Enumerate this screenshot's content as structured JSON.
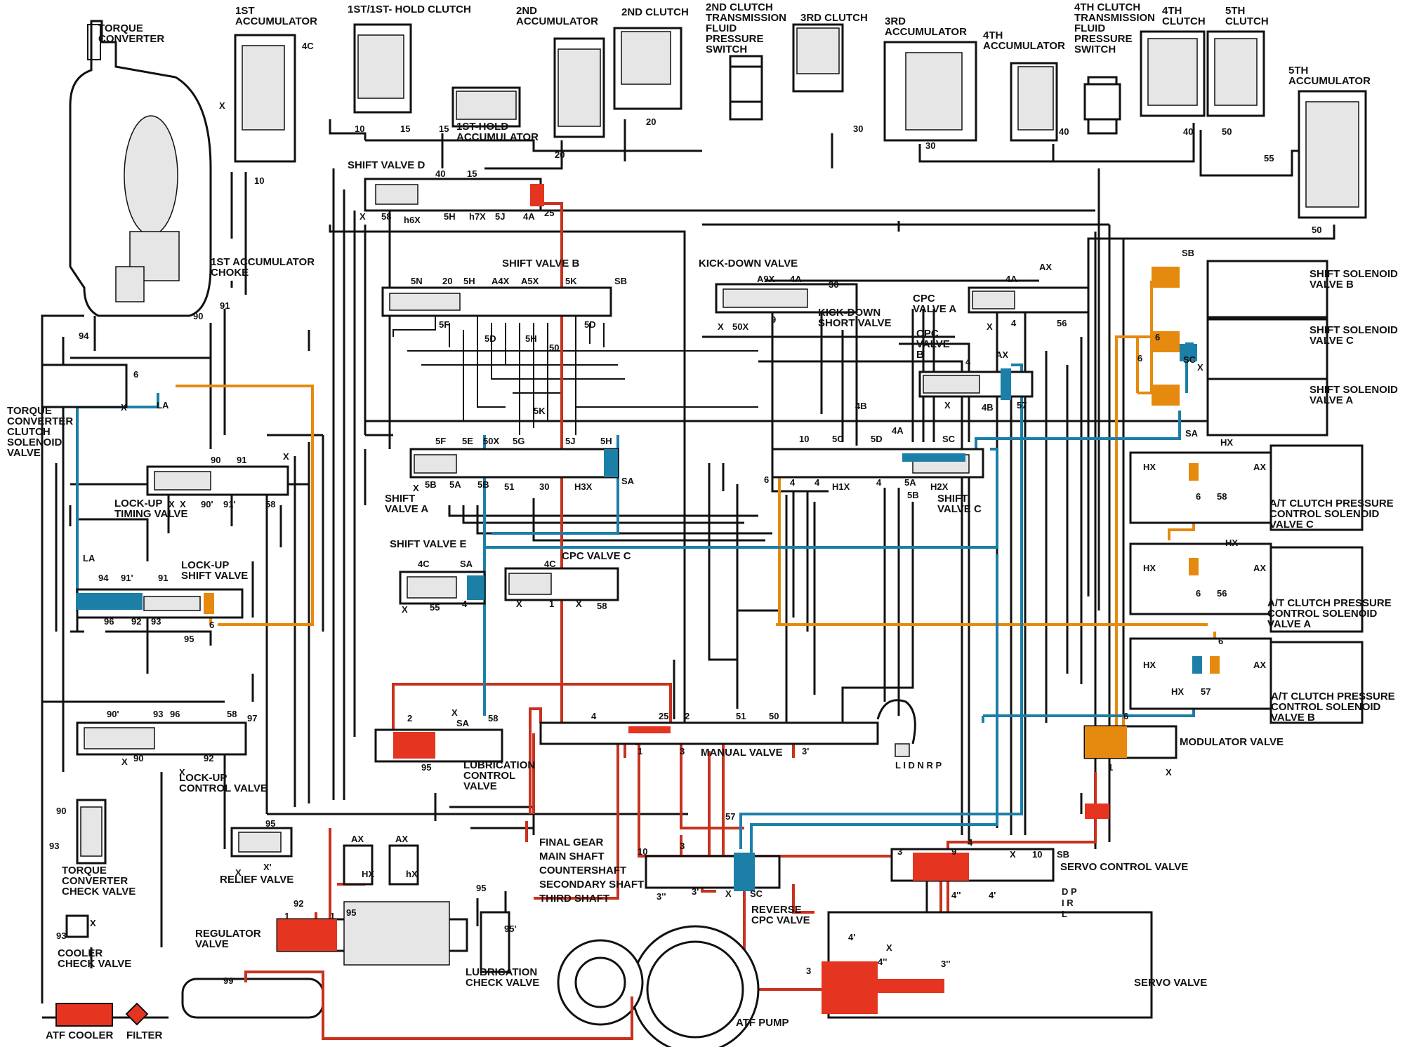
{
  "colors": {
    "line_pressure": "#c8321e",
    "control_pressure": "#e58a0e",
    "clutch_pressure": "#1c7fa8",
    "outline": "#111111"
  },
  "components": {
    "torque_converter": "TORQUE\nCONVERTER",
    "accum_1st": "1ST\nACCUMULATOR",
    "clutch_1st_hold": "1ST/1ST- HOLD CLUTCH",
    "accum_1st_hold": "1ST-HOLD\nACCUMULATOR",
    "accum_2nd": "2ND\nACCUMULATOR",
    "clutch_2nd": "2ND CLUTCH",
    "switch_2nd": "2ND CLUTCH\nTRANSMISSION\nFLUID\nPRESSURE\nSWITCH",
    "clutch_3rd": "3RD CLUTCH",
    "accum_3rd": "3RD\nACCUMULATOR",
    "accum_4th": "4TH\nACCUMULATOR",
    "switch_4th": "4TH CLUTCH\nTRANSMISSION\nFLUID\nPRESSURE\nSWITCH",
    "clutch_4th": "4TH\nCLUTCH",
    "clutch_5th": "5TH\nCLUTCH",
    "accum_5th": "5TH\nACCUMULATOR",
    "accum_choke": "1ST ACCUMULATOR\nCHOKE",
    "shift_valve_d": "SHIFT VALVE D",
    "shift_valve_b": "SHIFT VALVE B",
    "kickdown_valve": "KICK-DOWN VALVE",
    "kickdown_short": "KICK-DOWN\nSHORT VALVE",
    "cpc_a": "CPC\nVALVE A",
    "cpc_b": "CPC\nVALVE\nB",
    "ss_b": "SHIFT SOLENOID\nVALVE B",
    "ss_c": "SHIFT SOLENOID\nVALVE C",
    "ss_a": "SHIFT SOLENOID\nVALVE A",
    "tcc_solenoid": "TORQUE\nCONVERTER\nCLUTCH\nSOLENOID\nVALVE",
    "shift_valve_a": "SHIFT\nVALVE A",
    "shift_valve_c": "SHIFT\nVALVE C",
    "lockup_timing": "LOCK-UP\nTIMING VALVE",
    "lockup_shift": "LOCK-UP\nSHIFT VALVE",
    "shift_valve_e": "SHIFT VALVE E",
    "cpc_c": "CPC VALVE C",
    "atc_c": "A/T CLUTCH PRESSURE\nCONTROL SOLENOID\nVALVE C",
    "atc_a": "A/T CLUTCH PRESSURE\nCONTROL SOLENOID\nVALVE A",
    "atc_b": "A/T CLUTCH PRESSURE\nCONTROL SOLENOID\nVALVE B",
    "modulator": "MODULATOR VALVE",
    "lockup_control": "LOCK-UP\nCONTROL VALVE",
    "lubrication_control": "LUBRICATION\nCONTROL\nVALVE",
    "manual_valve": "MANUAL VALVE",
    "relief": "RELIEF VALVE",
    "tc_check": "TORQUE\nCONVERTER\nCHECK VALVE",
    "cooler_check": "COOLER\nCHECK VALVE",
    "regulator": "REGULATOR\nVALVE",
    "servo_control": "SERVO CONTROL VALVE",
    "reverse_cpc": "REVERSE\nCPC VALVE",
    "servo": "SERVO VALVE",
    "lube_check": "LUBRICATION\nCHECK VALVE",
    "atf_pump": "ATF PUMP",
    "atf_cooler": "ATF COOLER",
    "filter": "FILTER",
    "final_gear": "FINAL GEAR",
    "main_shaft": "MAIN SHAFT",
    "countershaft": "COUNTERSHAFT",
    "secondary_shaft": "SECONDARY SHAFT",
    "third_shaft": "THIRD SHAFT"
  },
  "manual_positions": "L I D N R   P",
  "servo_positions": "D  P\nI   R\nL",
  "ports": [
    {
      "t": "4C",
      "id": "p01"
    },
    {
      "t": "X",
      "id": "p02"
    },
    {
      "t": "10",
      "id": "p03"
    },
    {
      "t": "10",
      "id": "p04"
    },
    {
      "t": "15",
      "id": "p05"
    },
    {
      "t": "15",
      "id": "p06"
    },
    {
      "t": "20",
      "id": "p07"
    },
    {
      "t": "20",
      "id": "p08"
    },
    {
      "t": "30",
      "id": "p09"
    },
    {
      "t": "30",
      "id": "p10"
    },
    {
      "t": "40",
      "id": "p11"
    },
    {
      "t": "40",
      "id": "p12"
    },
    {
      "t": "50",
      "id": "p13"
    },
    {
      "t": "55",
      "id": "p14"
    },
    {
      "t": "50",
      "id": "p15"
    },
    {
      "t": "40",
      "id": "p16"
    },
    {
      "t": "15",
      "id": "p17"
    },
    {
      "t": "X",
      "id": "p18"
    },
    {
      "t": "58",
      "id": "p19"
    },
    {
      "t": "h6X",
      "id": "p20"
    },
    {
      "t": "5H",
      "id": "p21"
    },
    {
      "t": "h7X",
      "id": "p22"
    },
    {
      "t": "5J",
      "id": "p23"
    },
    {
      "t": "4A",
      "id": "p24"
    },
    {
      "t": "25",
      "id": "p25"
    },
    {
      "t": "90",
      "id": "p26"
    },
    {
      "t": "91",
      "id": "p27"
    },
    {
      "t": "94",
      "id": "p28"
    },
    {
      "t": "5N",
      "id": "p29"
    },
    {
      "t": "20",
      "id": "p30"
    },
    {
      "t": "5H",
      "id": "p31"
    },
    {
      "t": "A4X",
      "id": "p32"
    },
    {
      "t": "A5X",
      "id": "p33"
    },
    {
      "t": "5K",
      "id": "p34"
    },
    {
      "t": "SB",
      "id": "p35"
    },
    {
      "t": "5F",
      "id": "p36"
    },
    {
      "t": "5D",
      "id": "p37"
    },
    {
      "t": "5H",
      "id": "p38"
    },
    {
      "t": "50",
      "id": "p39"
    },
    {
      "t": "5D",
      "id": "p40"
    },
    {
      "t": "A9X",
      "id": "p41"
    },
    {
      "t": "4A",
      "id": "p42"
    },
    {
      "t": "30",
      "id": "p43"
    },
    {
      "t": "X",
      "id": "p44"
    },
    {
      "t": "50X",
      "id": "p45"
    },
    {
      "t": "9",
      "id": "p46"
    },
    {
      "t": "4A",
      "id": "p47"
    },
    {
      "t": "AX",
      "id": "p48"
    },
    {
      "t": "X",
      "id": "p49"
    },
    {
      "t": "4",
      "id": "p50"
    },
    {
      "t": "56",
      "id": "p51"
    },
    {
      "t": "SB",
      "id": "p52"
    },
    {
      "t": "6",
      "id": "p53"
    },
    {
      "t": "6",
      "id": "p54"
    },
    {
      "t": "SC",
      "id": "p55"
    },
    {
      "t": "X",
      "id": "p56"
    },
    {
      "t": "SA",
      "id": "p57"
    },
    {
      "t": "6",
      "id": "p58"
    },
    {
      "t": "X",
      "id": "p59"
    },
    {
      "t": "LA",
      "id": "p60"
    },
    {
      "t": "4",
      "id": "p61"
    },
    {
      "t": "AX",
      "id": "p62"
    },
    {
      "t": "X",
      "id": "p63"
    },
    {
      "t": "4B",
      "id": "p64"
    },
    {
      "t": "57",
      "id": "p65"
    },
    {
      "t": "5K",
      "id": "p66"
    },
    {
      "t": "4B",
      "id": "p67"
    },
    {
      "t": "4A",
      "id": "p68"
    },
    {
      "t": "10",
      "id": "p69"
    },
    {
      "t": "5C",
      "id": "p70"
    },
    {
      "t": "5D",
      "id": "p71"
    },
    {
      "t": "SC",
      "id": "p72"
    },
    {
      "t": "HX",
      "id": "p73"
    },
    {
      "t": "5F",
      "id": "p74"
    },
    {
      "t": "5E",
      "id": "p75"
    },
    {
      "t": "50X",
      "id": "p76"
    },
    {
      "t": "5G",
      "id": "p77"
    },
    {
      "t": "5J",
      "id": "p78"
    },
    {
      "t": "5H",
      "id": "p79"
    },
    {
      "t": "X",
      "id": "p80"
    },
    {
      "t": "5B",
      "id": "p81"
    },
    {
      "t": "5A",
      "id": "p82"
    },
    {
      "t": "5B",
      "id": "p83"
    },
    {
      "t": "51",
      "id": "p84"
    },
    {
      "t": "30",
      "id": "p85"
    },
    {
      "t": "H3X",
      "id": "p86"
    },
    {
      "t": "SA",
      "id": "p87"
    },
    {
      "t": "90",
      "id": "p88"
    },
    {
      "t": "91",
      "id": "p89"
    },
    {
      "t": "X",
      "id": "p90"
    },
    {
      "t": "X",
      "id": "p91"
    },
    {
      "t": "X",
      "id": "p92"
    },
    {
      "t": "90'",
      "id": "p93"
    },
    {
      "t": "91'",
      "id": "p94"
    },
    {
      "t": "58",
      "id": "p95"
    },
    {
      "t": "6",
      "id": "p96"
    },
    {
      "t": "4",
      "id": "p97"
    },
    {
      "t": "4",
      "id": "p98"
    },
    {
      "t": "H1X",
      "id": "p99"
    },
    {
      "t": "4",
      "id": "p100"
    },
    {
      "t": "5A",
      "id": "p101"
    },
    {
      "t": "5B",
      "id": "p102"
    },
    {
      "t": "H2X",
      "id": "p103"
    },
    {
      "t": "HX",
      "id": "p104"
    },
    {
      "t": "AX",
      "id": "p105"
    },
    {
      "t": "6",
      "id": "p106"
    },
    {
      "t": "58",
      "id": "p107"
    },
    {
      "t": "LA",
      "id": "p108"
    },
    {
      "t": "94",
      "id": "p109"
    },
    {
      "t": "91'",
      "id": "p110"
    },
    {
      "t": "91",
      "id": "p111"
    },
    {
      "t": "96",
      "id": "p112"
    },
    {
      "t": "92",
      "id": "p113"
    },
    {
      "t": "93",
      "id": "p114"
    },
    {
      "t": "95",
      "id": "p115"
    },
    {
      "t": "6",
      "id": "p116"
    },
    {
      "t": "4C",
      "id": "p117"
    },
    {
      "t": "SA",
      "id": "p118"
    },
    {
      "t": "X",
      "id": "p119"
    },
    {
      "t": "55",
      "id": "p120"
    },
    {
      "t": "4",
      "id": "p121"
    },
    {
      "t": "4C",
      "id": "p122"
    },
    {
      "t": "X",
      "id": "p123"
    },
    {
      "t": "1",
      "id": "p124"
    },
    {
      "t": "X",
      "id": "p125"
    },
    {
      "t": "58",
      "id": "p126"
    },
    {
      "t": "HX",
      "id": "p127"
    },
    {
      "t": "AX",
      "id": "p128"
    },
    {
      "t": "6",
      "id": "p129"
    },
    {
      "t": "56",
      "id": "p130"
    },
    {
      "t": "HX",
      "id": "p131"
    },
    {
      "t": "6",
      "id": "p132"
    },
    {
      "t": "HX",
      "id": "p133"
    },
    {
      "t": "AX",
      "id": "p134"
    },
    {
      "t": "HX",
      "id": "p135"
    },
    {
      "t": "57",
      "id": "p136"
    },
    {
      "t": "90'",
      "id": "p137"
    },
    {
      "t": "93",
      "id": "p138"
    },
    {
      "t": "96",
      "id": "p139"
    },
    {
      "t": "58",
      "id": "p140"
    },
    {
      "t": "97",
      "id": "p141"
    },
    {
      "t": "X",
      "id": "p142"
    },
    {
      "t": "90",
      "id": "p143"
    },
    {
      "t": "X",
      "id": "p144"
    },
    {
      "t": "92",
      "id": "p145"
    },
    {
      "t": "2",
      "id": "p146"
    },
    {
      "t": "X",
      "id": "p147"
    },
    {
      "t": "SA",
      "id": "p148"
    },
    {
      "t": "58",
      "id": "p149"
    },
    {
      "t": "95",
      "id": "p150"
    },
    {
      "t": "4",
      "id": "p151"
    },
    {
      "t": "25",
      "id": "p152"
    },
    {
      "t": "2",
      "id": "p153"
    },
    {
      "t": "51",
      "id": "p154"
    },
    {
      "t": "50",
      "id": "p155"
    },
    {
      "t": "1",
      "id": "p156"
    },
    {
      "t": "3",
      "id": "p157"
    },
    {
      "t": "3'",
      "id": "p158"
    },
    {
      "t": "6",
      "id": "p159"
    },
    {
      "t": "1",
      "id": "p160"
    },
    {
      "t": "X",
      "id": "p161"
    },
    {
      "t": "90",
      "id": "p162"
    },
    {
      "t": "93",
      "id": "p163"
    },
    {
      "t": "95",
      "id": "p164"
    },
    {
      "t": "X",
      "id": "p165"
    },
    {
      "t": "X'",
      "id": "p166"
    },
    {
      "t": "AX",
      "id": "p167"
    },
    {
      "t": "AX",
      "id": "p168"
    },
    {
      "t": "HX",
      "id": "p169"
    },
    {
      "t": "hX",
      "id": "p170"
    },
    {
      "t": "92",
      "id": "p171"
    },
    {
      "t": "1",
      "id": "p172"
    },
    {
      "t": "1",
      "id": "p173"
    },
    {
      "t": "95",
      "id": "p174"
    },
    {
      "t": "93",
      "id": "p175"
    },
    {
      "t": "X",
      "id": "p176"
    },
    {
      "t": "57",
      "id": "p177"
    },
    {
      "t": "10",
      "id": "p178"
    },
    {
      "t": "3",
      "id": "p179"
    },
    {
      "t": "3''",
      "id": "p180"
    },
    {
      "t": "3'",
      "id": "p181"
    },
    {
      "t": "X",
      "id": "p182"
    },
    {
      "t": "SC",
      "id": "p183"
    },
    {
      "t": "95",
      "id": "p184"
    },
    {
      "t": "95'",
      "id": "p185"
    },
    {
      "t": "3",
      "id": "p186"
    },
    {
      "t": "9",
      "id": "p187"
    },
    {
      "t": "4",
      "id": "p188"
    },
    {
      "t": "X",
      "id": "p189"
    },
    {
      "t": "10",
      "id": "p190"
    },
    {
      "t": "SB",
      "id": "p191"
    },
    {
      "t": "4''",
      "id": "p192"
    },
    {
      "t": "4'",
      "id": "p193"
    },
    {
      "t": "3",
      "id": "p194"
    },
    {
      "t": "4'",
      "id": "p195"
    },
    {
      "t": "X",
      "id": "p196"
    },
    {
      "t": "4''",
      "id": "p197"
    },
    {
      "t": "3''",
      "id": "p198"
    },
    {
      "t": "99",
      "id": "p199"
    }
  ]
}
